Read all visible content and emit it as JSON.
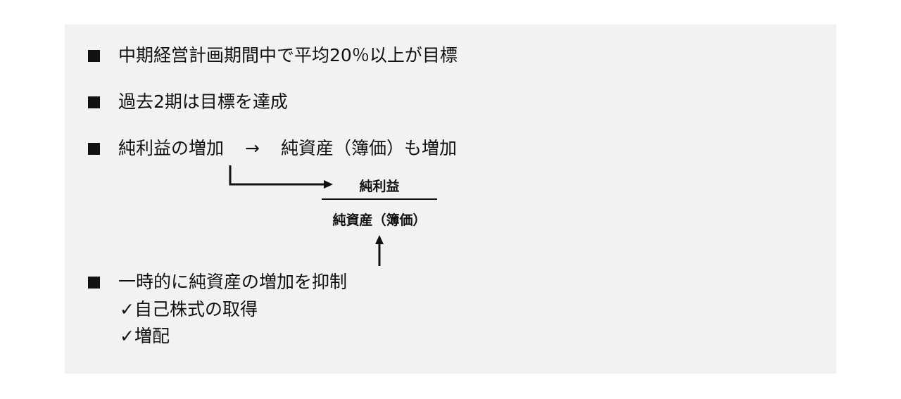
{
  "bullets": [
    {
      "text": "中期経営計画期間中で平均20％以上が目標"
    },
    {
      "text": "過去2期は目標を達成"
    },
    {
      "left": "純利益の増加",
      "arrow": "→",
      "right": "純資産（簿価）も増加"
    },
    {
      "text": "一時的に純資産の増加を抑制",
      "subitems": [
        "✓自己株式の取得",
        "✓増配"
      ]
    }
  ],
  "formula": {
    "numerator": "純利益",
    "denominator": "純資産（簿価）"
  }
}
